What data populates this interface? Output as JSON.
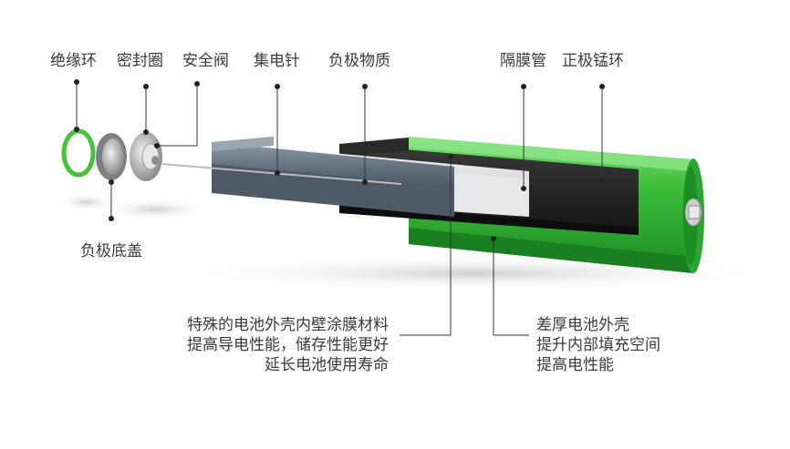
{
  "labels": {
    "insulating_ring": "绝缘环",
    "seal_ring": "密封圈",
    "safety_valve": "安全阀",
    "current_collector_pin": "集电针",
    "negative_material": "负极物质",
    "separator_tube": "隔膜管",
    "positive_manganese_ring": "正极锰环",
    "negative_bottom_cap": "负极底盖"
  },
  "notes": {
    "coating": [
      "特殊的电池外壳内壁涂膜材料",
      "提高导电性能，储存性能更好",
      "延长电池使用寿命"
    ],
    "shell": [
      "差厚电池外壳",
      "提升内部填充空间",
      "提高电性能"
    ]
  },
  "colors": {
    "shell_green": "#3fbf3c",
    "shell_dark_green": "#1f8f25",
    "cathode_black": "#1d1d1d",
    "anode_gray": "#5c6a78",
    "separator_silver": "#d8dadc",
    "leader_line": "#333333"
  }
}
